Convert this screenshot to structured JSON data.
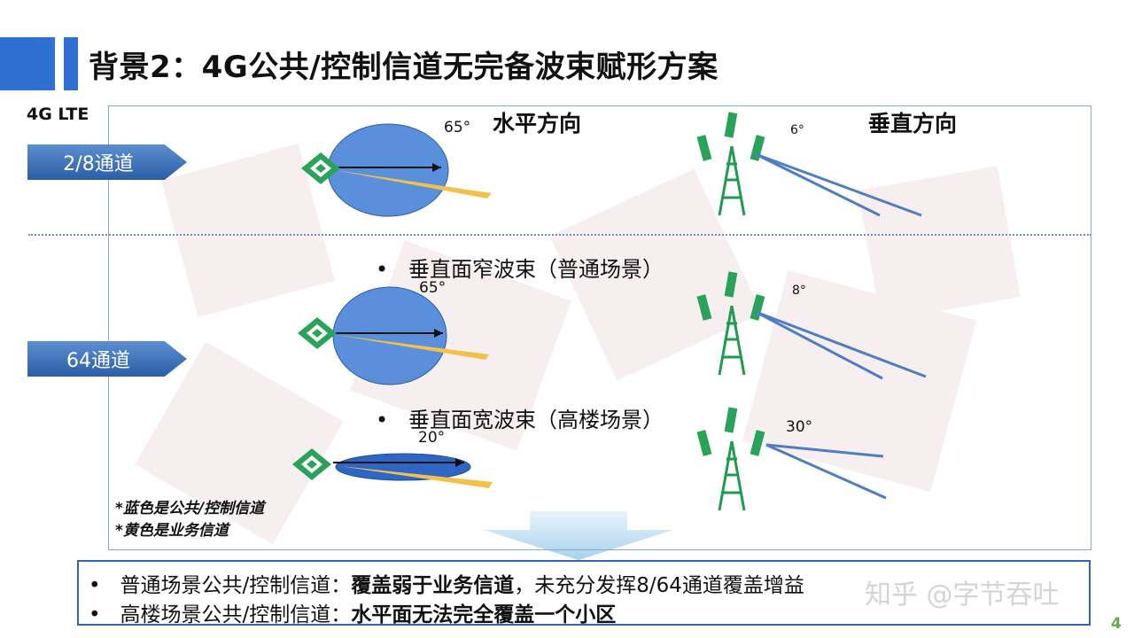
{
  "header": {
    "title": "背景2：4G公共/控制信道无完备波束赋形方案",
    "colors": {
      "accent": "#2f6fd1",
      "beam_blue": "#4f86d8",
      "beam_yellow": "#f2c14b",
      "tower_green": "#1f9a4f"
    }
  },
  "section_label": "4G LTE",
  "columns": {
    "horizontal": "水平方向",
    "vertical": "垂直方向"
  },
  "rows": [
    {
      "tag": "2/8通道",
      "h_angle": "65°",
      "v_angle": "6°"
    },
    {
      "tag": "64通道"
    }
  ],
  "scenarios": [
    {
      "title": "垂直面窄波束（普通场景）",
      "h_angle": "65°",
      "v_angle": "8°"
    },
    {
      "title": "垂直面宽波束（高楼场景）",
      "h_angle": "20°",
      "v_angle": "30°"
    }
  ],
  "legend_notes": [
    "*蓝色是公共/控制信道",
    "*黄色是业务信道"
  ],
  "summary": [
    {
      "prefix": "普通场景公共/控制信道：",
      "bold": "覆盖弱于业务信道",
      "suffix": "，未充分发挥8/64通道覆盖增益"
    },
    {
      "prefix": "高楼场景公共/控制信道：",
      "bold": "水平面无法完全覆盖一个小区",
      "suffix": ""
    }
  ],
  "watermark": "知乎 @字节吞吐",
  "page_number": "4",
  "icons": [
    "tower-icon",
    "antenna-icon",
    "down-arrow-icon"
  ]
}
